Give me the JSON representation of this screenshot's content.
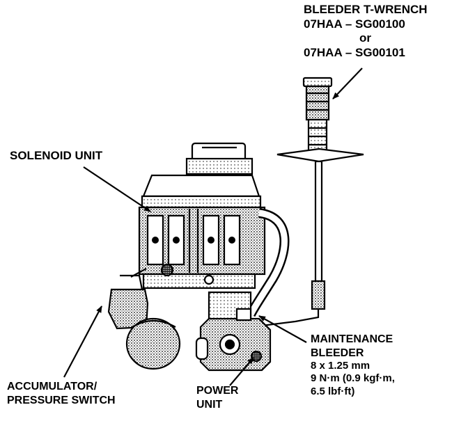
{
  "labels": {
    "tool": {
      "line1": "BLEEDER T-WRENCH",
      "line2": "07HAA – SG00100",
      "line3": "or",
      "line4": "07HAA – SG00101"
    },
    "solenoid_unit": "SOLENOID UNIT",
    "maintenance_bleeder": {
      "line1": "MAINTENANCE",
      "line2": "BLEEDER",
      "line3": "8 x 1.25 mm",
      "line4": "9 N·m (0.9 kgf·m,",
      "line5": "6.5 lbf·ft)"
    },
    "accumulator": {
      "line1": "ACCUMULATOR/",
      "line2": "PRESSURE SWITCH"
    },
    "power_unit": {
      "line1": "POWER",
      "line2": "UNIT"
    }
  },
  "colors": {
    "ink": "#000000",
    "paper": "#ffffff",
    "stipple": "#555555"
  },
  "icons": {
    "leader": "arrow-leader-line",
    "tool": "bleeder-t-wrench-icon",
    "assembly": "abs-modulator-assembly-icon"
  }
}
